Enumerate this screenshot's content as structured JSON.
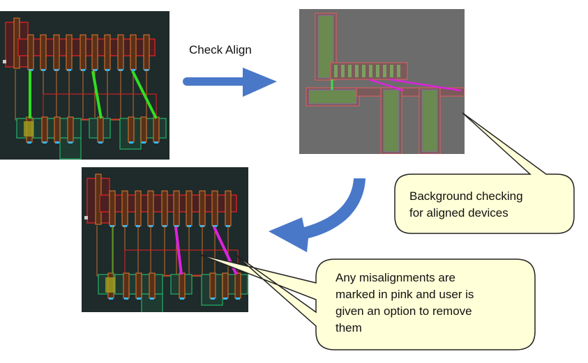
{
  "diagram": {
    "step_label": "Check Align",
    "callout_background": "Background checking for aligned devices",
    "callout_background_lines": [
      "Background checking",
      "for aligned devices"
    ],
    "callout_misalign_lines": [
      "Any misalignments are",
      "marked in pink and user is",
      "given an option to remove",
      "them"
    ],
    "panels": [
      {
        "name": "original-layout",
        "description": "Layout with green alignment guides"
      },
      {
        "name": "background-check",
        "description": "Zoomed layout view with pink misalignment markers"
      },
      {
        "name": "result-layout",
        "description": "Layout with misalignments marked in pink"
      }
    ]
  },
  "colors": {
    "arrow": "#4a78c8",
    "callout_fill": "#ffffd8",
    "aligned_line": "#33dd22",
    "misaligned_line": "#dd22dd",
    "layout_bg": "#1f2a2a",
    "zoom_bg": "#6c6c6c"
  }
}
